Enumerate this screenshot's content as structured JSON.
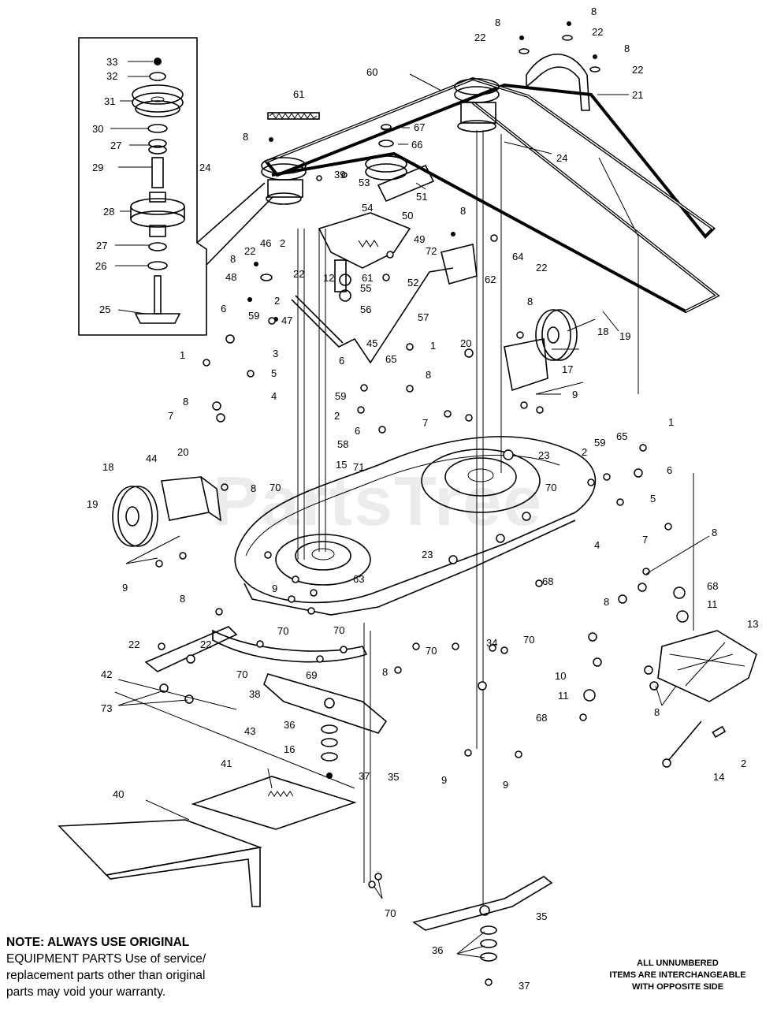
{
  "note": {
    "bold": "NOTE: ALWAYS USE ORIGINAL",
    "line2": "EQUIPMENT PARTS Use of service/",
    "line3": "replacement parts other than original",
    "line4": "parts may void your warranty."
  },
  "footnote": {
    "line1": "ALL UNNUMBERED",
    "line2": "ITEMS ARE INTERCHANGEABLE",
    "line3": "WITH OPPOSITE SIDE"
  },
  "watermark": "PartsTree",
  "callouts": [
    {
      "id": "c33",
      "label": "33"
    },
    {
      "id": "c32",
      "label": "32"
    },
    {
      "id": "c31",
      "label": "31"
    },
    {
      "id": "c30",
      "label": "30"
    },
    {
      "id": "c27a",
      "label": "27"
    },
    {
      "id": "c29",
      "label": "29"
    },
    {
      "id": "c28",
      "label": "28"
    },
    {
      "id": "c27b",
      "label": "27"
    },
    {
      "id": "c26",
      "label": "26"
    },
    {
      "id": "c25",
      "label": "25"
    },
    {
      "id": "c61a",
      "label": "61"
    },
    {
      "id": "c8a",
      "label": "8"
    },
    {
      "id": "c60",
      "label": "60"
    },
    {
      "id": "c8b",
      "label": "8"
    },
    {
      "id": "c22a",
      "label": "22"
    },
    {
      "id": "c8c",
      "label": "8"
    },
    {
      "id": "c22b",
      "label": "22"
    },
    {
      "id": "c8d",
      "label": "8"
    },
    {
      "id": "c22c",
      "label": "22"
    },
    {
      "id": "c21",
      "label": "21"
    },
    {
      "id": "c67",
      "label": "67"
    },
    {
      "id": "c66",
      "label": "66"
    },
    {
      "id": "c24a",
      "label": "24"
    },
    {
      "id": "c24b",
      "label": "24"
    },
    {
      "id": "c39",
      "label": "39"
    },
    {
      "id": "c53",
      "label": "53"
    },
    {
      "id": "c51",
      "label": "51"
    },
    {
      "id": "c50",
      "label": "50"
    },
    {
      "id": "c54",
      "label": "54"
    },
    {
      "id": "c8e",
      "label": "8"
    },
    {
      "id": "c49",
      "label": "49"
    },
    {
      "id": "c72",
      "label": "72"
    },
    {
      "id": "c64",
      "label": "64"
    },
    {
      "id": "c22d",
      "label": "22"
    },
    {
      "id": "c8f",
      "label": "8"
    },
    {
      "id": "c22e",
      "label": "22"
    },
    {
      "id": "c46",
      "label": "46"
    },
    {
      "id": "c2a",
      "label": "2"
    },
    {
      "id": "c22f",
      "label": "22"
    },
    {
      "id": "c12",
      "label": "12"
    },
    {
      "id": "c61b",
      "label": "61"
    },
    {
      "id": "c52",
      "label": "52"
    },
    {
      "id": "c62",
      "label": "62"
    },
    {
      "id": "c48",
      "label": "48"
    },
    {
      "id": "c2b",
      "label": "2"
    },
    {
      "id": "c47",
      "label": "47"
    },
    {
      "id": "c55",
      "label": "55"
    },
    {
      "id": "c56",
      "label": "56"
    },
    {
      "id": "c57",
      "label": "57"
    },
    {
      "id": "c6a",
      "label": "6"
    },
    {
      "id": "c59a",
      "label": "59"
    },
    {
      "id": "c3",
      "label": "3"
    },
    {
      "id": "c45",
      "label": "45"
    },
    {
      "id": "c1a",
      "label": "1"
    },
    {
      "id": "c5a",
      "label": "5"
    },
    {
      "id": "c4a",
      "label": "4"
    },
    {
      "id": "c8g",
      "label": "8"
    },
    {
      "id": "c7a",
      "label": "7"
    },
    {
      "id": "c8h",
      "label": "8"
    },
    {
      "id": "c19a",
      "label": "19"
    },
    {
      "id": "c18a",
      "label": "18"
    },
    {
      "id": "c20a",
      "label": "20"
    },
    {
      "id": "c17",
      "label": "17"
    },
    {
      "id": "c9a",
      "label": "9"
    },
    {
      "id": "c65a",
      "label": "65"
    },
    {
      "id": "c1b",
      "label": "1"
    },
    {
      "id": "c6b",
      "label": "6"
    },
    {
      "id": "c59b",
      "label": "59"
    },
    {
      "id": "c2c",
      "label": "2"
    },
    {
      "id": "c8i",
      "label": "8"
    },
    {
      "id": "c6c",
      "label": "6"
    },
    {
      "id": "c58",
      "label": "58"
    },
    {
      "id": "c7b",
      "label": "7"
    },
    {
      "id": "c15",
      "label": "15"
    },
    {
      "id": "c71",
      "label": "71"
    },
    {
      "id": "c23a",
      "label": "23"
    },
    {
      "id": "c1c",
      "label": "1"
    },
    {
      "id": "c2d",
      "label": "2"
    },
    {
      "id": "c59c",
      "label": "59"
    },
    {
      "id": "c65b",
      "label": "65"
    },
    {
      "id": "c6d",
      "label": "6"
    },
    {
      "id": "c20b",
      "label": "20"
    },
    {
      "id": "c44",
      "label": "44"
    },
    {
      "id": "c18b",
      "label": "18"
    },
    {
      "id": "c8j",
      "label": "8"
    },
    {
      "id": "c70a",
      "label": "70"
    },
    {
      "id": "c70b",
      "label": "70"
    },
    {
      "id": "c5b",
      "label": "5"
    },
    {
      "id": "c19b",
      "label": "19"
    },
    {
      "id": "c4b",
      "label": "4"
    },
    {
      "id": "c8k",
      "label": "8"
    },
    {
      "id": "c7c",
      "label": "7"
    },
    {
      "id": "c23b",
      "label": "23"
    },
    {
      "id": "c9b",
      "label": "9"
    },
    {
      "id": "c9c",
      "label": "9"
    },
    {
      "id": "c63",
      "label": "63"
    },
    {
      "id": "c68a",
      "label": "68"
    },
    {
      "id": "c68b",
      "label": "68"
    },
    {
      "id": "c8l",
      "label": "8"
    },
    {
      "id": "c11a",
      "label": "11"
    },
    {
      "id": "c13",
      "label": "13"
    },
    {
      "id": "c8m",
      "label": "8"
    },
    {
      "id": "c22g",
      "label": "22"
    },
    {
      "id": "c22h",
      "label": "22"
    },
    {
      "id": "c70c",
      "label": "70"
    },
    {
      "id": "c70d",
      "label": "70"
    },
    {
      "id": "c70e",
      "label": "70"
    },
    {
      "id": "c34",
      "label": "34"
    },
    {
      "id": "c70f",
      "label": "70"
    },
    {
      "id": "c42",
      "label": "42"
    },
    {
      "id": "c8n",
      "label": "8"
    },
    {
      "id": "c70g",
      "label": "70"
    },
    {
      "id": "c38",
      "label": "38"
    },
    {
      "id": "c69",
      "label": "69"
    },
    {
      "id": "c10",
      "label": "10"
    },
    {
      "id": "c73",
      "label": "73"
    },
    {
      "id": "c11b",
      "label": "11"
    },
    {
      "id": "c8o",
      "label": "8"
    },
    {
      "id": "c43",
      "label": "43"
    },
    {
      "id": "c36a",
      "label": "36"
    },
    {
      "id": "c16",
      "label": "16"
    },
    {
      "id": "c68c",
      "label": "68"
    },
    {
      "id": "c14",
      "label": "14"
    },
    {
      "id": "c2e",
      "label": "2"
    },
    {
      "id": "c37a",
      "label": "37"
    },
    {
      "id": "c35a",
      "label": "35"
    },
    {
      "id": "c9d",
      "label": "9"
    },
    {
      "id": "c9e",
      "label": "9"
    },
    {
      "id": "c40",
      "label": "40"
    },
    {
      "id": "c41",
      "label": "41"
    },
    {
      "id": "c70h",
      "label": "70"
    },
    {
      "id": "c35b",
      "label": "35"
    },
    {
      "id": "c36b",
      "label": "36"
    },
    {
      "id": "c37b",
      "label": "37"
    }
  ]
}
